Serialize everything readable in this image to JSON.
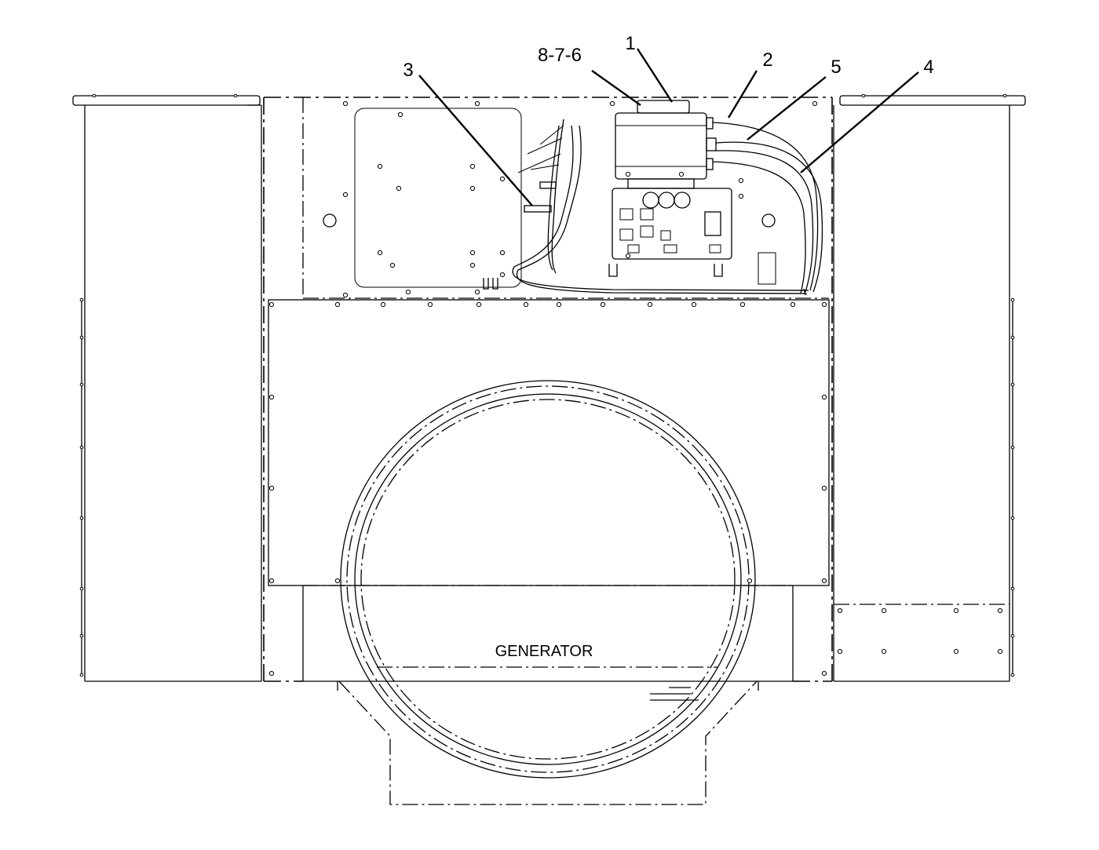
{
  "diagram": {
    "callouts": [
      {
        "id": "1",
        "text": "1"
      },
      {
        "id": "2",
        "text": "2"
      },
      {
        "id": "3",
        "text": "3"
      },
      {
        "id": "4",
        "text": "4"
      },
      {
        "id": "5",
        "text": "5"
      },
      {
        "id": "876",
        "text": "8-7-6"
      }
    ],
    "caption": "GENERATOR"
  }
}
